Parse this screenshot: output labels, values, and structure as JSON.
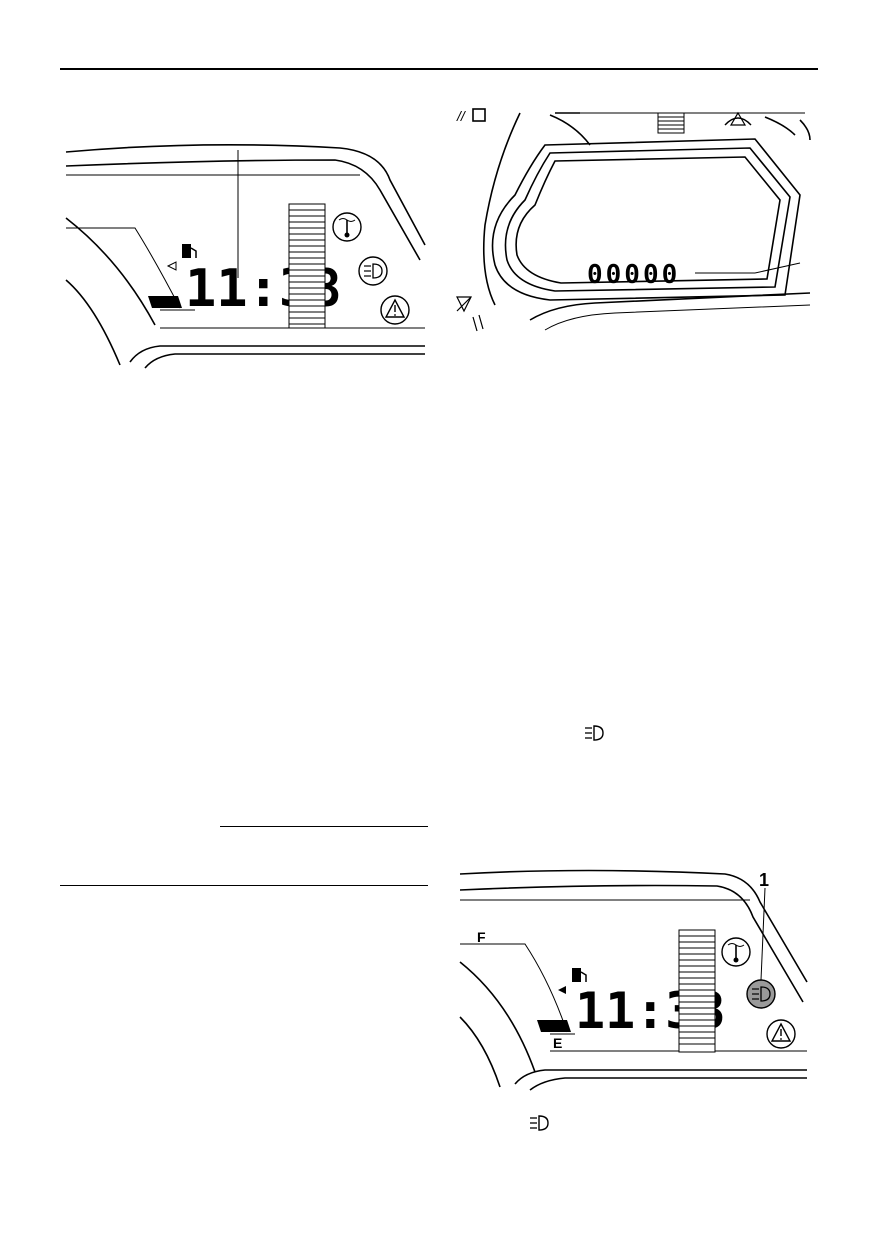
{
  "figure_left": {
    "clock_text": "11:38"
  },
  "figure_right": {
    "odometer_text": "00000"
  },
  "figure_bottom": {
    "callout_number": "1",
    "fuel_full_label": "F",
    "fuel_empty_label": "E",
    "clock_text": "11:38"
  },
  "icons": {
    "coolant": "coolant-temperature-icon",
    "high_beam": "high-beam-icon",
    "warning": "warning-triangle-icon",
    "fuel": "fuel-pump-icon"
  }
}
